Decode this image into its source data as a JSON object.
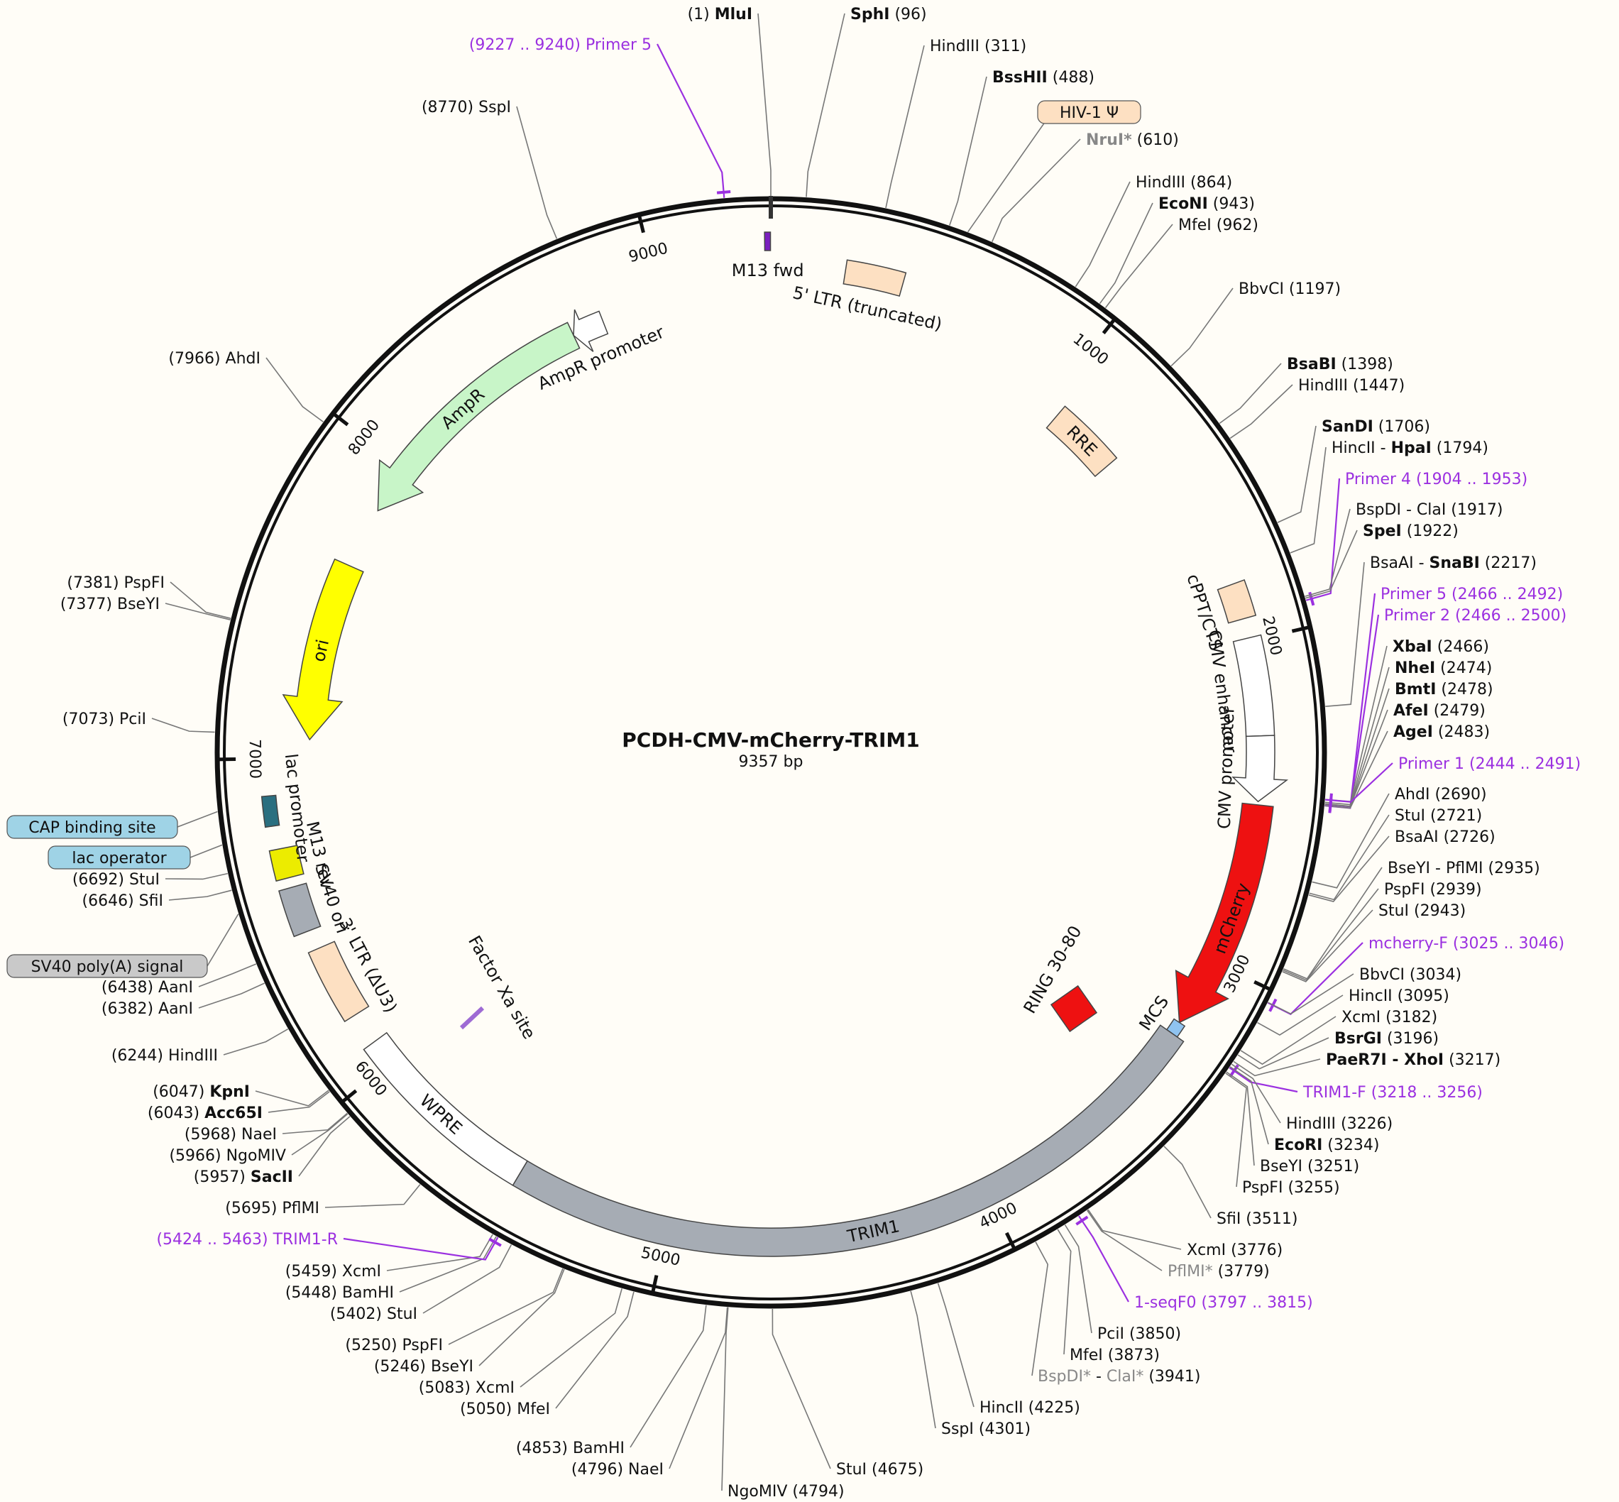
{
  "title": "PCDH-CMV-mCherry-TRIM1",
  "length_label": "9357 bp",
  "total_bp": 9357,
  "tick_labels": [
    {
      "pos": 1000,
      "label": "1000"
    },
    {
      "pos": 2000,
      "label": "2000"
    },
    {
      "pos": 3000,
      "label": "3000"
    },
    {
      "pos": 4000,
      "label": "4000"
    },
    {
      "pos": 5000,
      "label": "5000"
    },
    {
      "pos": 6000,
      "label": "6000"
    },
    {
      "pos": 7000,
      "label": "7000"
    },
    {
      "pos": 8000,
      "label": "8000"
    },
    {
      "pos": 9000,
      "label": "9000"
    }
  ],
  "features": [
    {
      "name": "M13 fwd",
      "label": "M13 fwd",
      "start": 9340,
      "end": 9357,
      "color": "#7a1fbf",
      "kind": "box"
    },
    {
      "name": "5' LTR (truncated)",
      "label": "5' LTR (truncated)",
      "start": 230,
      "end": 410,
      "color": "#fde0c2",
      "kind": "box2"
    },
    {
      "name": "RRE",
      "label": "RRE",
      "start": 1050,
      "end": 1290,
      "color": "#fde0c2",
      "kind": "box"
    },
    {
      "name": "cPPT/CTS",
      "label": "cPPT/CTS",
      "start": 1820,
      "end": 1930,
      "color": "#fde0c2",
      "kind": "box"
    },
    {
      "name": "CMV enhancer",
      "label": "CMV enhancer",
      "start": 1990,
      "end": 2290,
      "color": "#ffffff",
      "kind": "box"
    },
    {
      "name": "CMV promoter",
      "label": "CMV promoter",
      "start": 2290,
      "end": 2490,
      "color": "#ffffff",
      "kind": "arrow"
    },
    {
      "name": "mCherry",
      "label": "mCherry",
      "start": 2500,
      "end": 3210,
      "color": "#ee1111",
      "kind": "arrow"
    },
    {
      "name": "MCS",
      "label": "MCS",
      "start": 3210,
      "end": 3250,
      "color": "#8fc3f0",
      "kind": "box"
    },
    {
      "name": "TRIM1",
      "label": "TRIM1",
      "start": 3250,
      "end": 5480,
      "color": "#a6acb4",
      "kind": "box"
    },
    {
      "name": "WPRE",
      "label": "WPRE",
      "start": 5480,
      "end": 6080,
      "color": "#ffffff",
      "kind": "box"
    },
    {
      "name": "3' LTR (ΔU3)",
      "label": "3' LTR (ΔU3)",
      "start": 6180,
      "end": 6410,
      "color": "#fde0c2",
      "kind": "box"
    },
    {
      "name": "SV40 ori",
      "label": "SV40 ori",
      "start": 6470,
      "end": 6610,
      "color": "#a6acb4",
      "kind": "box"
    },
    {
      "name": "M13 rev",
      "label": "M13 rev",
      "start": 6640,
      "end": 6730,
      "color": "#ecec00",
      "kind": "box"
    },
    {
      "name": "lac promoter",
      "label": "lac promoter",
      "start": 6800,
      "end": 6890,
      "color": "#2a6f80",
      "kind": "box"
    },
    {
      "name": "ori",
      "label": "ori",
      "start": 7060,
      "end": 7640,
      "color": "#ffff00",
      "kind": "arrow"
    },
    {
      "name": "AmpR",
      "label": "AmpR",
      "start": 7840,
      "end": 8700,
      "color": "#c8f5c8",
      "kind": "arrow"
    },
    {
      "name": "AmpR promoter",
      "label": "AmpR promoter",
      "start": 8700,
      "end": 8805,
      "color": "#ffffff",
      "kind": "arrow"
    }
  ],
  "inner_features": [
    {
      "name": "RING 30-80",
      "label": "RING 30-80",
      "color": "#ee1111"
    },
    {
      "name": "Factor Xa site",
      "label": "Factor Xa site",
      "color": "#9e6bd4"
    }
  ],
  "sites": [
    {
      "parts": [
        {
          "t": "(1)  ",
          "s": "n"
        },
        {
          "t": "MluI",
          "s": "b"
        }
      ],
      "pos": 1
    },
    {
      "parts": [
        {
          "t": "SphI",
          "s": "b"
        },
        {
          "t": "  (96)",
          "s": "n"
        }
      ],
      "pos": 96
    },
    {
      "parts": [
        {
          "t": "HindIII  (311)",
          "s": "n"
        }
      ],
      "pos": 311
    },
    {
      "parts": [
        {
          "t": "BssHII",
          "s": "b"
        },
        {
          "t": "  (488)",
          "s": "n"
        }
      ],
      "pos": 488
    },
    {
      "parts": [
        {
          "t": "NruI*",
          "s": "bg"
        },
        {
          "t": "  (610)",
          "s": "n"
        }
      ],
      "pos": 610
    },
    {
      "parts": [
        {
          "t": "HindIII  (864)",
          "s": "n"
        }
      ],
      "pos": 864
    },
    {
      "parts": [
        {
          "t": "EcoNI",
          "s": "b"
        },
        {
          "t": "  (943)",
          "s": "n"
        }
      ],
      "pos": 943
    },
    {
      "parts": [
        {
          "t": "MfeI  (962)",
          "s": "n"
        }
      ],
      "pos": 962
    },
    {
      "parts": [
        {
          "t": "BbvCI  (1197)",
          "s": "n"
        }
      ],
      "pos": 1197
    },
    {
      "parts": [
        {
          "t": "BsaBI",
          "s": "b"
        },
        {
          "t": "  (1398)",
          "s": "n"
        }
      ],
      "pos": 1398
    },
    {
      "parts": [
        {
          "t": "HindIII  (1447)",
          "s": "n"
        }
      ],
      "pos": 1447
    },
    {
      "parts": [
        {
          "t": "SanDI",
          "s": "b"
        },
        {
          "t": "  (1706)",
          "s": "n"
        }
      ],
      "pos": 1706
    },
    {
      "parts": [
        {
          "t": "HincII - ",
          "s": "n"
        },
        {
          "t": "HpaI",
          "s": "b"
        },
        {
          "t": "  (1794)",
          "s": "n"
        }
      ],
      "pos": 1794
    },
    {
      "parts": [
        {
          "t": "Primer 4  (1904 .. 1953)",
          "s": "p"
        }
      ],
      "pos": 1928
    },
    {
      "parts": [
        {
          "t": "BspDI - ClaI  (1917)",
          "s": "n"
        }
      ],
      "pos": 1917
    },
    {
      "parts": [
        {
          "t": "SpeI",
          "s": "b"
        },
        {
          "t": "  (1922)",
          "s": "n"
        }
      ],
      "pos": 1922
    },
    {
      "parts": [
        {
          "t": "BsaAI - ",
          "s": "n"
        },
        {
          "t": "SnaBI",
          "s": "b"
        },
        {
          "t": "  (2217)",
          "s": "n"
        }
      ],
      "pos": 2217
    },
    {
      "parts": [
        {
          "t": "Primer 5  (2466 .. 2492)",
          "s": "p"
        }
      ],
      "pos": 2479
    },
    {
      "parts": [
        {
          "t": "Primer 2  (2466 .. 2500)",
          "s": "p"
        }
      ],
      "pos": 2483
    },
    {
      "parts": [
        {
          "t": "XbaI",
          "s": "b"
        },
        {
          "t": "  (2466)",
          "s": "n"
        }
      ],
      "pos": 2466
    },
    {
      "parts": [
        {
          "t": "NheI",
          "s": "b"
        },
        {
          "t": "  (2474)",
          "s": "n"
        }
      ],
      "pos": 2474
    },
    {
      "parts": [
        {
          "t": "BmtI",
          "s": "b"
        },
        {
          "t": "  (2478)",
          "s": "n"
        }
      ],
      "pos": 2478
    },
    {
      "parts": [
        {
          "t": "AfeI",
          "s": "b"
        },
        {
          "t": "  (2479)",
          "s": "n"
        }
      ],
      "pos": 2479
    },
    {
      "parts": [
        {
          "t": "AgeI",
          "s": "b"
        },
        {
          "t": "  (2483)",
          "s": "n"
        }
      ],
      "pos": 2483
    },
    {
      "parts": [
        {
          "t": "Primer 1  (2444 .. 2491)",
          "s": "p"
        }
      ],
      "pos": 2467
    },
    {
      "parts": [
        {
          "t": "AhdI  (2690)",
          "s": "n"
        }
      ],
      "pos": 2690
    },
    {
      "parts": [
        {
          "t": "StuI  (2721)",
          "s": "n"
        }
      ],
      "pos": 2721
    },
    {
      "parts": [
        {
          "t": "BsaAI  (2726)",
          "s": "n"
        }
      ],
      "pos": 2726
    },
    {
      "parts": [
        {
          "t": "BseYI - PflMI  (2935)",
          "s": "n"
        }
      ],
      "pos": 2935
    },
    {
      "parts": [
        {
          "t": "PspFI  (2939)",
          "s": "n"
        }
      ],
      "pos": 2939
    },
    {
      "parts": [
        {
          "t": "StuI  (2943)",
          "s": "n"
        }
      ],
      "pos": 2943
    },
    {
      "parts": [
        {
          "t": "mcherry-F  (3025 .. 3046)",
          "s": "p"
        }
      ],
      "pos": 3035
    },
    {
      "parts": [
        {
          "t": "BbvCI  (3034)",
          "s": "n"
        }
      ],
      "pos": 3034
    },
    {
      "parts": [
        {
          "t": "HincII  (3095)",
          "s": "n"
        }
      ],
      "pos": 3095
    },
    {
      "parts": [
        {
          "t": "XcmI  (3182)",
          "s": "n"
        }
      ],
      "pos": 3182
    },
    {
      "parts": [
        {
          "t": "BsrGI",
          "s": "b"
        },
        {
          "t": "  (3196)",
          "s": "n"
        }
      ],
      "pos": 3196
    },
    {
      "parts": [
        {
          "t": "PaeR7I - XhoI",
          "s": "b"
        },
        {
          "t": "  (3217)",
          "s": "n"
        }
      ],
      "pos": 3217
    },
    {
      "parts": [
        {
          "t": "TRIM1-F    (3218 .. 3256)",
          "s": "p"
        }
      ],
      "pos": 3237
    },
    {
      "parts": [
        {
          "t": "HindIII  (3226)",
          "s": "n"
        }
      ],
      "pos": 3226
    },
    {
      "parts": [
        {
          "t": "EcoRI",
          "s": "b"
        },
        {
          "t": "  (3234)",
          "s": "n"
        }
      ],
      "pos": 3234
    },
    {
      "parts": [
        {
          "t": "BseYI  (3251)",
          "s": "n"
        }
      ],
      "pos": 3251
    },
    {
      "parts": [
        {
          "t": "PspFI  (3255)",
          "s": "n"
        }
      ],
      "pos": 3255
    },
    {
      "parts": [
        {
          "t": "SfiI  (3511)",
          "s": "n"
        }
      ],
      "pos": 3511
    },
    {
      "parts": [
        {
          "t": "XcmI  (3776)",
          "s": "n"
        }
      ],
      "pos": 3776
    },
    {
      "parts": [
        {
          "t": "PflMI*",
          "s": "g"
        },
        {
          "t": "  (3779)",
          "s": "n"
        }
      ],
      "pos": 3779
    },
    {
      "parts": [
        {
          "t": "1-seqF0   (3797 .. 3815)",
          "s": "p"
        }
      ],
      "pos": 3806
    },
    {
      "parts": [
        {
          "t": "PciI  (3850)",
          "s": "n"
        }
      ],
      "pos": 3850
    },
    {
      "parts": [
        {
          "t": "MfeI  (3873)",
          "s": "n"
        }
      ],
      "pos": 3873
    },
    {
      "parts": [
        {
          "t": "BspDI*",
          "s": "g"
        },
        {
          "t": " - ",
          "s": "n"
        },
        {
          "t": "ClaI*",
          "s": "g"
        },
        {
          "t": "  (3941)",
          "s": "n"
        }
      ],
      "pos": 3941
    },
    {
      "parts": [
        {
          "t": "HincII  (4225)",
          "s": "n"
        }
      ],
      "pos": 4225
    },
    {
      "parts": [
        {
          "t": "SspI  (4301)",
          "s": "n"
        }
      ],
      "pos": 4301
    },
    {
      "parts": [
        {
          "t": "StuI  (4675)",
          "s": "n"
        }
      ],
      "pos": 4675
    },
    {
      "parts": [
        {
          "t": "NgoMIV  (4794)",
          "s": "n"
        }
      ],
      "pos": 4794
    },
    {
      "parts": [
        {
          "t": "(4796)  NaeI",
          "s": "n"
        }
      ],
      "pos": 4796
    },
    {
      "parts": [
        {
          "t": "(4853)  BamHI",
          "s": "n"
        }
      ],
      "pos": 4853
    },
    {
      "parts": [
        {
          "t": "(5050)  MfeI",
          "s": "n"
        }
      ],
      "pos": 5050
    },
    {
      "parts": [
        {
          "t": "(5083)  XcmI",
          "s": "n"
        }
      ],
      "pos": 5083
    },
    {
      "parts": [
        {
          "t": "(5246)  BseYI",
          "s": "n"
        }
      ],
      "pos": 5246
    },
    {
      "parts": [
        {
          "t": "(5250)  PspFI",
          "s": "n"
        }
      ],
      "pos": 5250
    },
    {
      "parts": [
        {
          "t": "(5402)  StuI",
          "s": "n"
        }
      ],
      "pos": 5402
    },
    {
      "parts": [
        {
          "t": "(5448)  BamHI",
          "s": "n"
        }
      ],
      "pos": 5448
    },
    {
      "parts": [
        {
          "t": "(5459)  XcmI",
          "s": "n"
        }
      ],
      "pos": 5459
    },
    {
      "parts": [
        {
          "t": "(5424 .. 5463)  TRIM1-R",
          "s": "p"
        }
      ],
      "pos": 5443
    },
    {
      "parts": [
        {
          "t": "(5695)  PflMI",
          "s": "n"
        }
      ],
      "pos": 5695
    },
    {
      "parts": [
        {
          "t": "(5957)  ",
          "s": "n"
        },
        {
          "t": "SacII",
          "s": "b"
        }
      ],
      "pos": 5957
    },
    {
      "parts": [
        {
          "t": "(5966)  NgoMIV",
          "s": "n"
        }
      ],
      "pos": 5966
    },
    {
      "parts": [
        {
          "t": "(5968)  NaeI",
          "s": "n"
        }
      ],
      "pos": 5968
    },
    {
      "parts": [
        {
          "t": "(6043)  ",
          "s": "n"
        },
        {
          "t": "Acc65I",
          "s": "b"
        }
      ],
      "pos": 6043
    },
    {
      "parts": [
        {
          "t": "(6047)  ",
          "s": "n"
        },
        {
          "t": "KpnI",
          "s": "b"
        }
      ],
      "pos": 6047
    },
    {
      "parts": [
        {
          "t": "(6244)  HindIII",
          "s": "n"
        }
      ],
      "pos": 6244
    },
    {
      "parts": [
        {
          "t": "(6382)  AanI",
          "s": "n"
        }
      ],
      "pos": 6382
    },
    {
      "parts": [
        {
          "t": "(6438)  AanI",
          "s": "n"
        }
      ],
      "pos": 6438
    },
    {
      "parts": [
        {
          "t": "(6646)  SfiI",
          "s": "n"
        }
      ],
      "pos": 6646
    },
    {
      "parts": [
        {
          "t": "(6692)  StuI",
          "s": "n"
        }
      ],
      "pos": 6692
    },
    {
      "parts": [
        {
          "t": "(7073)  PciI",
          "s": "n"
        }
      ],
      "pos": 7073
    },
    {
      "parts": [
        {
          "t": "(7377)  BseYI",
          "s": "n"
        }
      ],
      "pos": 7377
    },
    {
      "parts": [
        {
          "t": "(7381)  PspFI",
          "s": "n"
        }
      ],
      "pos": 7381
    },
    {
      "parts": [
        {
          "t": "(7966)  AhdI",
          "s": "n"
        }
      ],
      "pos": 7966
    },
    {
      "parts": [
        {
          "t": "(8770)  SspI",
          "s": "n"
        }
      ],
      "pos": 8770
    },
    {
      "parts": [
        {
          "t": "(9227 .. 9240)  Primer 5",
          "s": "p"
        }
      ],
      "pos": 9233
    }
  ],
  "badges": [
    {
      "label": "HIV-1 Ψ",
      "fill": "#fde0c2",
      "pos": 540
    },
    {
      "label": "CAP binding site",
      "fill": "#9fd3e6",
      "pos": 6860
    },
    {
      "label": "lac operator",
      "fill": "#9fd3e6",
      "pos": 6770
    },
    {
      "label": "SV40 poly(A) signal",
      "fill": "#c9c9c9",
      "pos": 6580
    }
  ]
}
